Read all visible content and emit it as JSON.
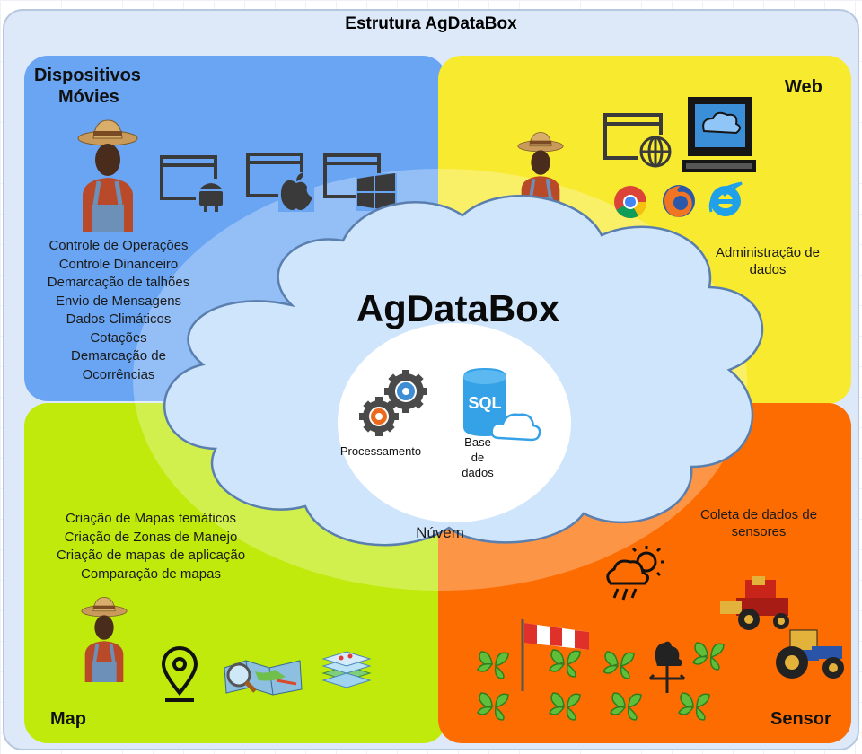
{
  "title": "Estrutura AgDataBox",
  "quadrants": {
    "mobile": {
      "title_lines": [
        "Dispositivos",
        "Móvies"
      ],
      "items": [
        "Controle de Operações",
        "Controle Dinanceiro",
        "Demarcação de talhões",
        "Envio de Mensagens",
        "Dados Climáticos",
        "Cotações",
        "Demarcação de",
        "Ocorrências"
      ],
      "icons": [
        "farmer-icon",
        "android-window-icon",
        "apple-window-icon",
        "windows-window-icon"
      ]
    },
    "web": {
      "title": "Web",
      "caption_lines": [
        "Administração de",
        "dados"
      ],
      "icons": [
        "farmer-icon",
        "browser-globe-icon",
        "server-monitor-icon",
        "chrome-icon",
        "firefox-icon",
        "ie-icon"
      ]
    },
    "map": {
      "title": "Map",
      "items": [
        "Criação de Mapas temáticos",
        "Criação de Zonas de Manejo",
        "Criação de mapas de aplicação",
        "Comparação de mapas"
      ],
      "icons": [
        "farmer-icon",
        "map-pin-icon",
        "map-magnifier-icon",
        "layers-icon"
      ]
    },
    "sensor": {
      "title": "Sensor",
      "caption_lines": [
        "Coleta de dados de",
        "sensores"
      ],
      "icons": [
        "weather-icon",
        "windsock-icon",
        "weathervane-icon",
        "harvester-icon",
        "tractor-icon",
        "plant-icon"
      ]
    }
  },
  "cloud": {
    "title": "AgDataBox",
    "label": "Núvem",
    "process_label": "Processamento",
    "db_label_lines": [
      "Base",
      "de",
      "dados"
    ],
    "sql_text": "SQL"
  },
  "colors": {
    "blue": "#6aa5f3",
    "yellow": "#f7ea2f",
    "green": "#c0ea0b",
    "orange": "#fd6c00",
    "cloud": "#cfe5fb",
    "cloud_stroke": "#5a7fae"
  }
}
